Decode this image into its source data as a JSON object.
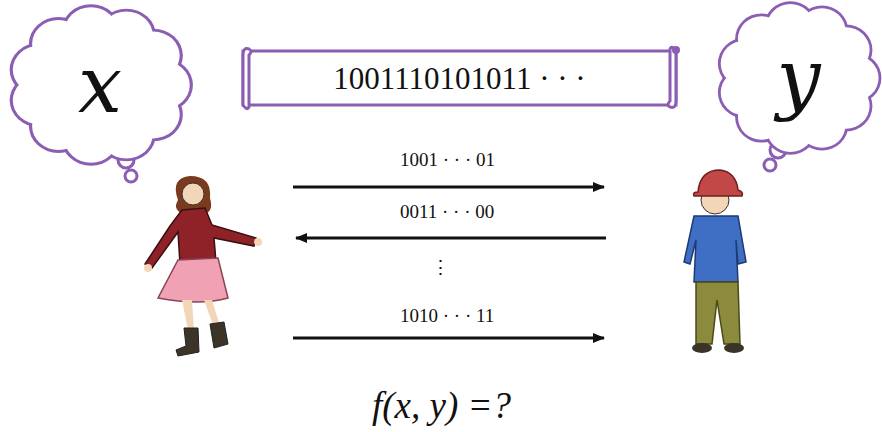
{
  "diagram": {
    "caption": "f(x, y) =?",
    "nodes": [
      {
        "text": [
          "x"
        ]
      },
      {
        "text": [
          "1001110101011 · · ·"
        ]
      },
      {
        "text": [
          "y"
        ]
      }
    ],
    "labels": [
      "1001 · · · 01",
      "0011 · · · 00",
      "⋮",
      "1010 · · · 11"
    ]
  }
}
